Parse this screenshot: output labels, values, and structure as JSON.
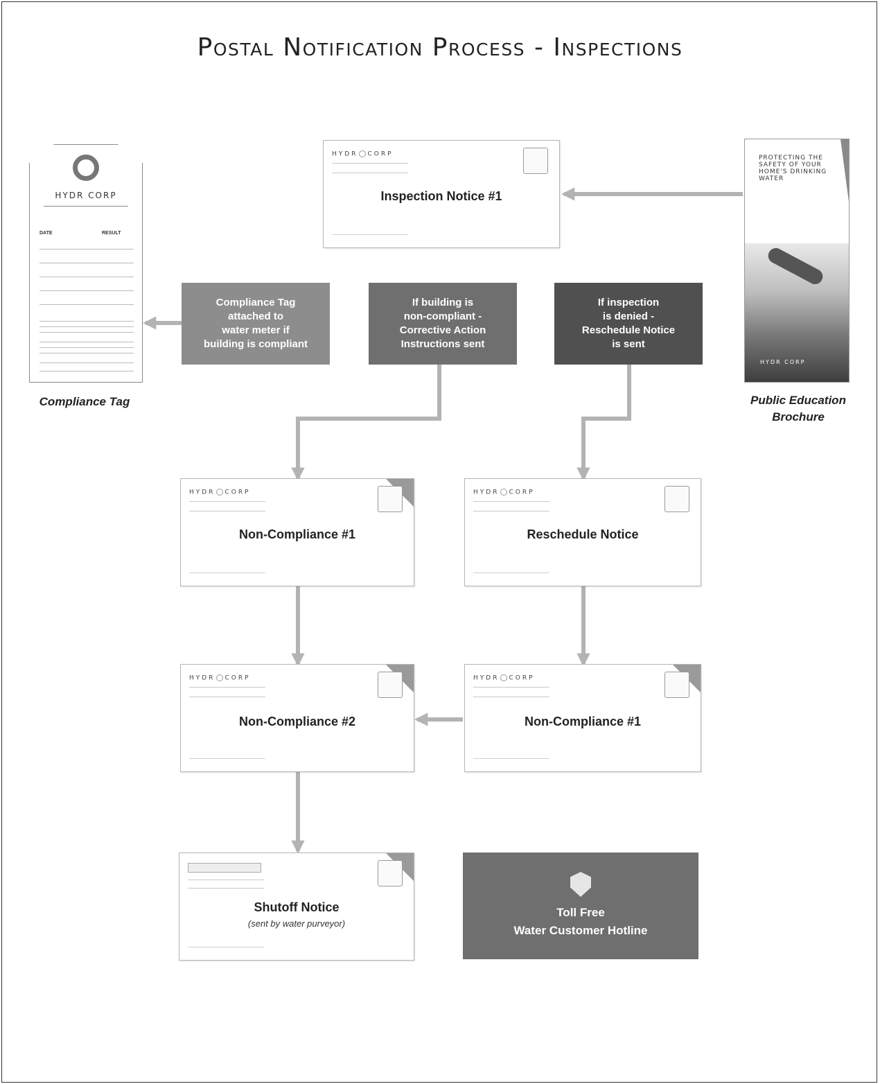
{
  "title": "Postal Notification Process - Inspections",
  "colors": {
    "box_light": "#8d8d8d",
    "box_mid": "#6f6f6f",
    "box_dark": "#505050",
    "arrow": "#b3b3b3"
  },
  "envelopes": {
    "inspection_notice": "Inspection Notice #1",
    "non_compliance_1_left": "Non-Compliance #1",
    "reschedule_notice": "Reschedule Notice",
    "non_compliance_2": "Non-Compliance #2",
    "non_compliance_1_right": "Non-Compliance #1",
    "shutoff_notice": "Shutoff Notice",
    "shutoff_sub": "(sent by water purveyor)",
    "logo_left": "HYDR",
    "logo_right": "CORP"
  },
  "boxes": {
    "compliance": "Compliance Tag\nattached to\nwater meter if\nbuilding is compliant",
    "non_compliant": "If building is\nnon-compliant -\nCorrective Action\nInstructions sent",
    "denied": "If inspection\nis denied -\nReschedule Notice\nis sent",
    "hotline": "Toll Free\nWater Customer Hotline"
  },
  "tag": {
    "caption": "Compliance Tag",
    "logo": "HYDR CORP",
    "col_date": "DATE",
    "col_result": "RESULT"
  },
  "brochure": {
    "caption": "Public Education\nBrochure",
    "headline": "PROTECTING THE SAFETY OF YOUR HOME'S DRINKING WATER",
    "logo": "HYDR CORP"
  }
}
